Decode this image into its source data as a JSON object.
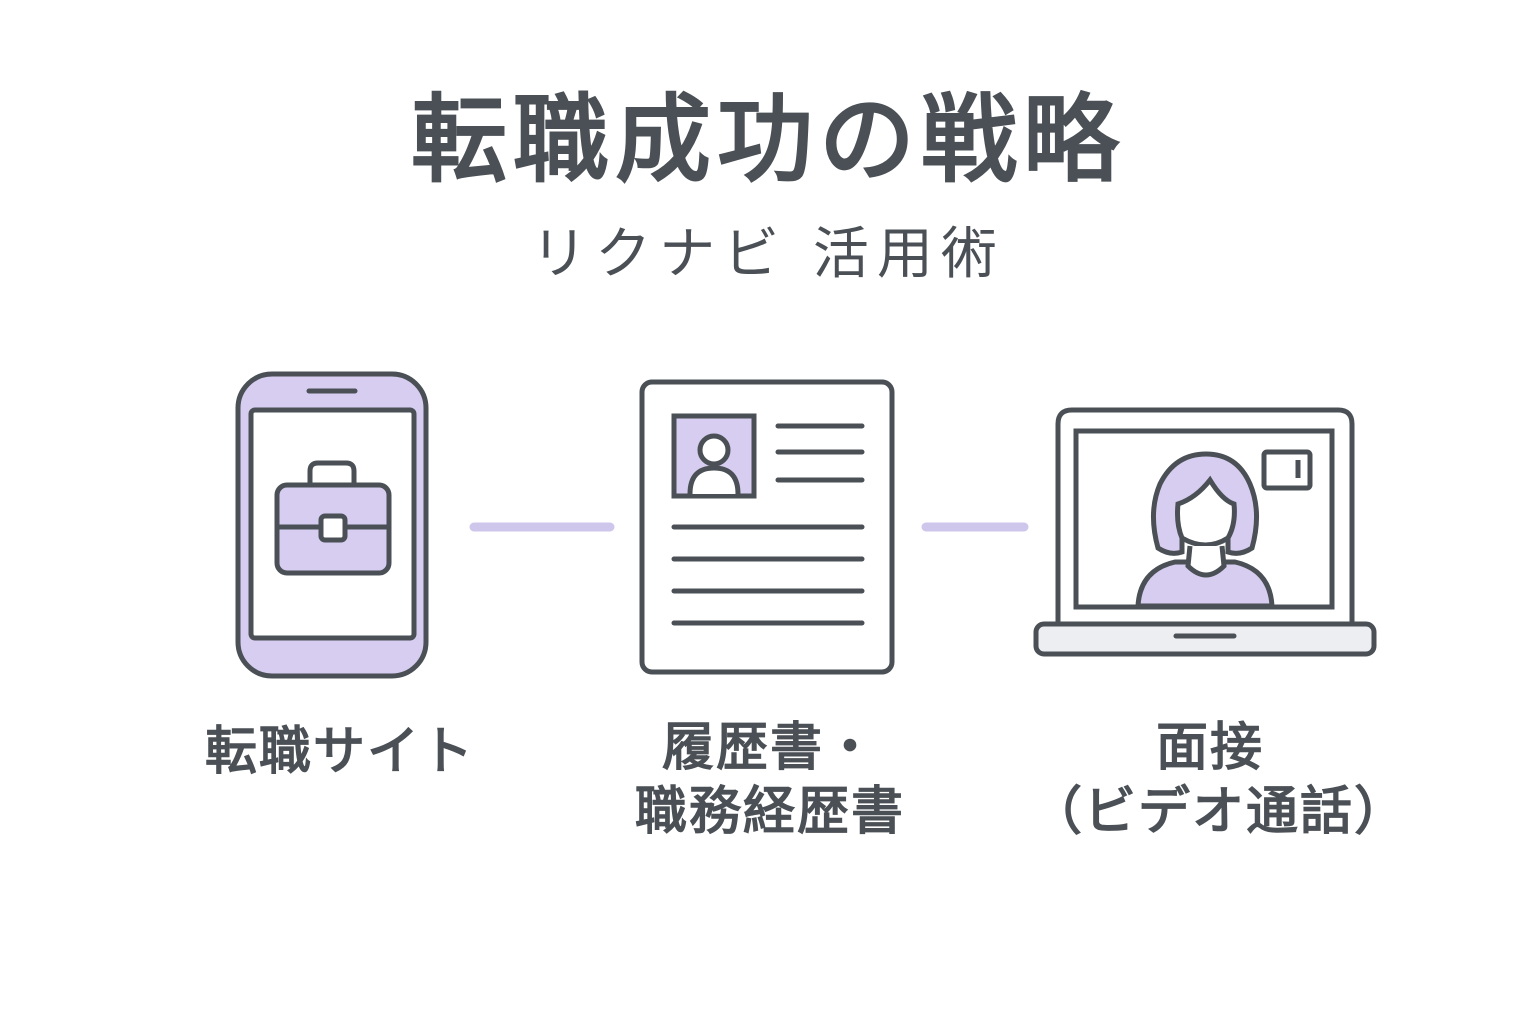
{
  "title": "転職成功の戦略",
  "subtitle": "リクナビ 活用術",
  "colors": {
    "stroke": "#4a5055",
    "accent_fill": "#d6cdf0",
    "connector": "#cfc6ec",
    "background": "#ffffff"
  },
  "steps": [
    {
      "icon": "smartphone-briefcase-icon",
      "lines": [
        "転職サイト"
      ]
    },
    {
      "icon": "resume-document-icon",
      "lines": [
        "履歴書・",
        "職務経歴書"
      ]
    },
    {
      "icon": "laptop-video-call-icon",
      "lines": [
        "面接",
        "（ビデオ通話）"
      ]
    }
  ]
}
